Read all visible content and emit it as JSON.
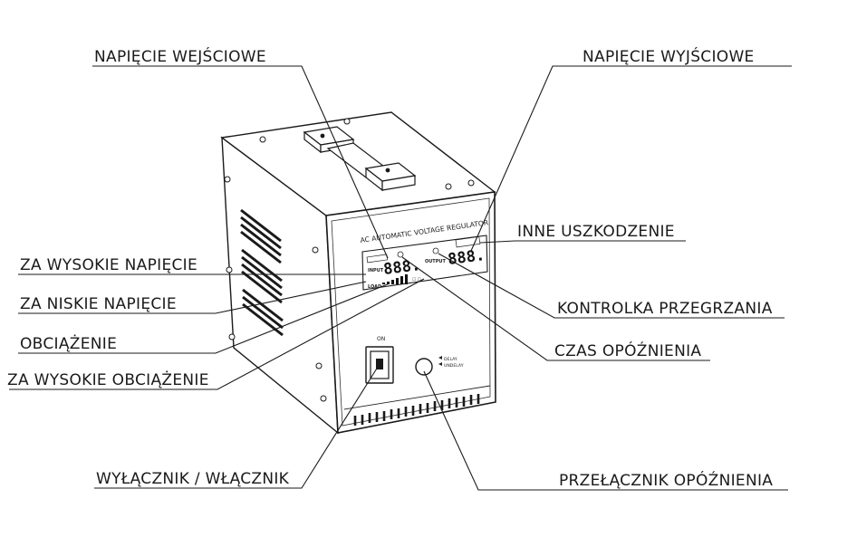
{
  "labels": {
    "input_voltage": "NAPIĘCIE WEJŚCIOWE",
    "output_voltage": "NAPIĘCIE WYJŚCIOWE",
    "other_fault": "INNE USZKODZENIE",
    "overvoltage": "ZA WYSOKIE NAPIĘCIE",
    "undervoltage": "ZA NISKIE NAPIĘCIE",
    "load": "OBCIĄŻENIE",
    "overload": "ZA WYSOKIE OBCIĄŻENIE",
    "overheat_indicator": "KONTROLKA PRZEGRZANIA",
    "delay_time": "CZAS OPÓŹNIENIA",
    "power_switch": "WYŁĄCZNIK / WŁĄCZNIK",
    "delay_switch": "PRZEŁĄCZNIK OPÓŹNIENIA"
  },
  "device": {
    "title": "AC AUTOMATIC VOLTAGE REGULATOR",
    "input_display": "888.",
    "output_display": "888.",
    "input_tag": "INPUT",
    "output_tag": "OUTPUT",
    "load_tag": "LOAD",
    "on_label": "ON",
    "delay_label": "DELAY",
    "undelay_label": "UNDELAY"
  }
}
